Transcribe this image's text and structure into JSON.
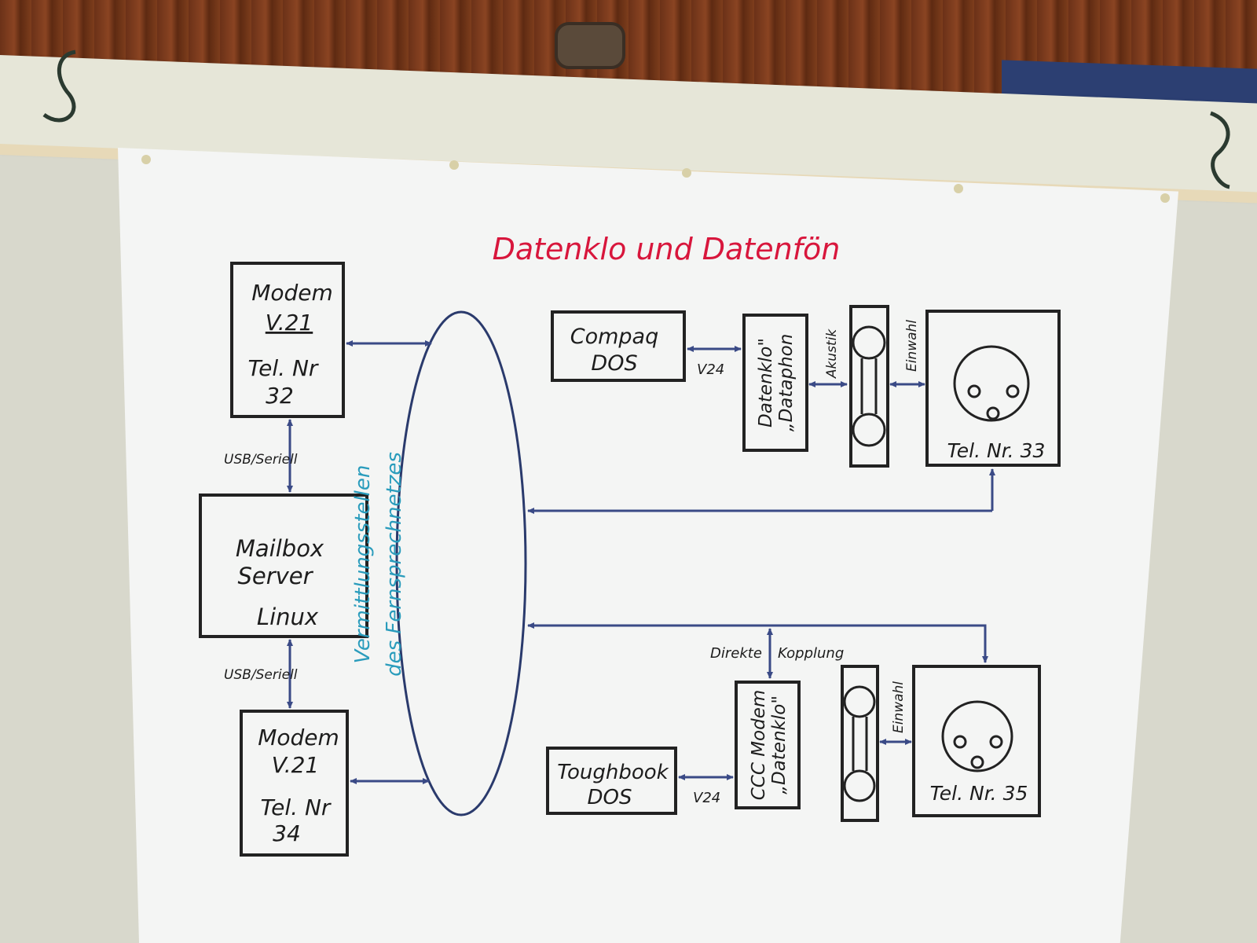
{
  "title": "Datenklo und Datenfön",
  "colors": {
    "title": "#d8163c",
    "network_label": "#2a9cbc",
    "lines": "#3a4a86",
    "ink": "#1d1d1d"
  },
  "modem_top": {
    "line1": "Modem",
    "line2": "V.21",
    "line3": "Tel. Nr",
    "line4": "32"
  },
  "mailbox": {
    "line1": "Mailbox",
    "line2": "Server",
    "line3": "Linux"
  },
  "modem_bottom": {
    "line1": "Modem",
    "line2": "V.21",
    "line3": "Tel. Nr",
    "line4": "34"
  },
  "link_top": {
    "label": "USB/Seriell"
  },
  "link_bottom": {
    "label": "USB/Seriell"
  },
  "network": {
    "line1": "Vermittlungsstellen",
    "line2": "des Fernsprechnetzes"
  },
  "compaq": {
    "line1": "Compaq",
    "line2": "DOS"
  },
  "v24_top": {
    "label": "V24"
  },
  "dataphon": {
    "line1": "Datenklo\"",
    "line2": "„Dataphon"
  },
  "akustik": {
    "label": "Akustik"
  },
  "einwahl_top": {
    "label": "Einwahl"
  },
  "socket_top": {
    "label": "Tel. Nr. 33"
  },
  "toughbook": {
    "line1": "Toughbook",
    "line2": "DOS"
  },
  "v24_bottom": {
    "label": "V24"
  },
  "ccc_modem": {
    "line1": "CCC Modem",
    "line2": "„Datenklo\""
  },
  "direkte": {
    "label": "Direkte"
  },
  "kopplung": {
    "label": "Kopplung"
  },
  "einwahl_bottom": {
    "label": "Einwahl"
  },
  "socket_bottom": {
    "label": "Tel. Nr. 35"
  }
}
